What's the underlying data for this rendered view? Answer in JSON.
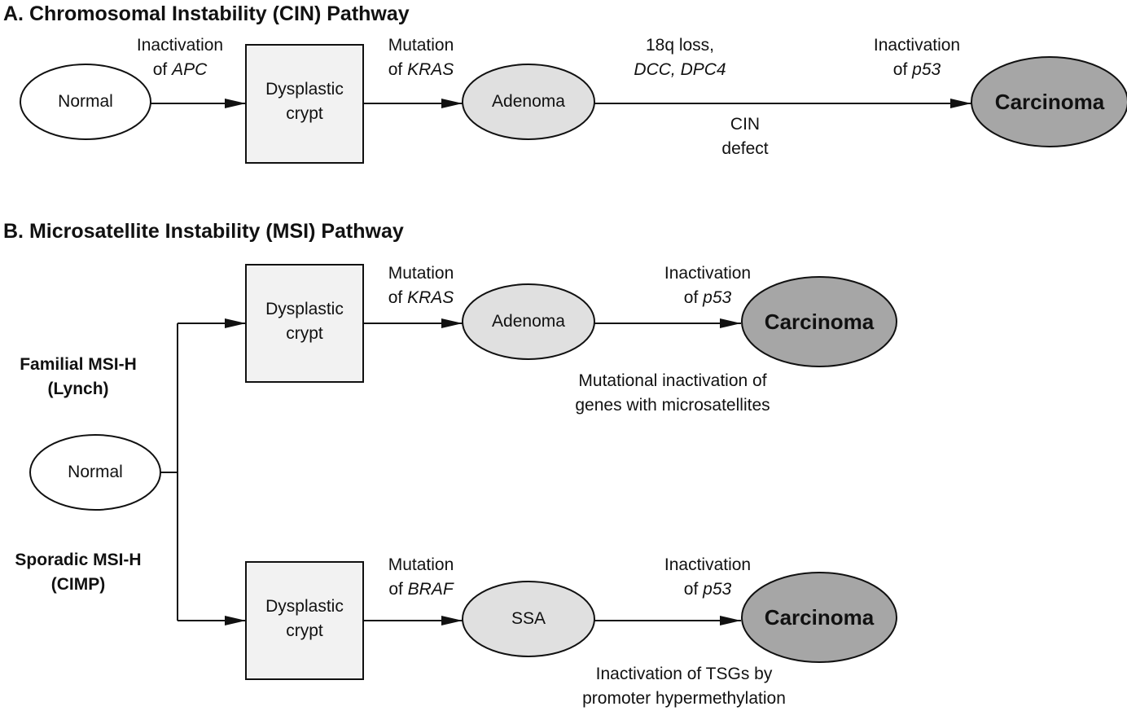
{
  "section_a": {
    "title": "A.  Chromosomal Instability (CIN) Pathway",
    "nodes": {
      "normal": "Normal",
      "crypt": [
        "Dysplastic",
        "crypt"
      ],
      "adenoma": "Adenoma",
      "carcinoma": "Carcinoma"
    },
    "edges": {
      "apc": [
        "Inactivation",
        "of",
        "APC"
      ],
      "kras": [
        "Mutation",
        "of",
        "KRAS"
      ],
      "loss18q": [
        "18q loss,",
        "DCC, DPC4"
      ],
      "p53": [
        "Inactivation",
        "of",
        "p53"
      ],
      "cin": [
        "CIN",
        "defect"
      ]
    }
  },
  "section_b": {
    "title": "B.  Microsatellite Instability (MSI) Pathway",
    "normal": "Normal",
    "familial": [
      "Familial MSI-H",
      "(Lynch)"
    ],
    "sporadic": [
      "Sporadic MSI-H",
      "(CIMP)"
    ],
    "top": {
      "crypt": [
        "Dysplastic",
        "crypt"
      ],
      "adenoma": "Adenoma",
      "carcinoma": "Carcinoma",
      "kras": [
        "Mutation",
        "of",
        "KRAS"
      ],
      "p53": [
        "Inactivation",
        "of",
        "p53"
      ],
      "note": [
        "Mutational inactivation of",
        "genes with microsatellites"
      ]
    },
    "bottom": {
      "crypt": [
        "Dysplastic",
        "crypt"
      ],
      "ssa": "SSA",
      "carcinoma": "Carcinoma",
      "braf": [
        "Mutation",
        "of",
        "BRAF"
      ],
      "p53": [
        "Inactivation",
        "of",
        "p53"
      ],
      "note": [
        "Inactivation of TSGs by",
        "promoter hypermethylation"
      ]
    }
  },
  "colors": {
    "white_fill": "#ffffff",
    "crypt_fill": "#f2f2f2",
    "adenoma_fill": "#e0e0e0",
    "carcinoma_fill": "#a6a6a6",
    "stroke": "#111111"
  }
}
